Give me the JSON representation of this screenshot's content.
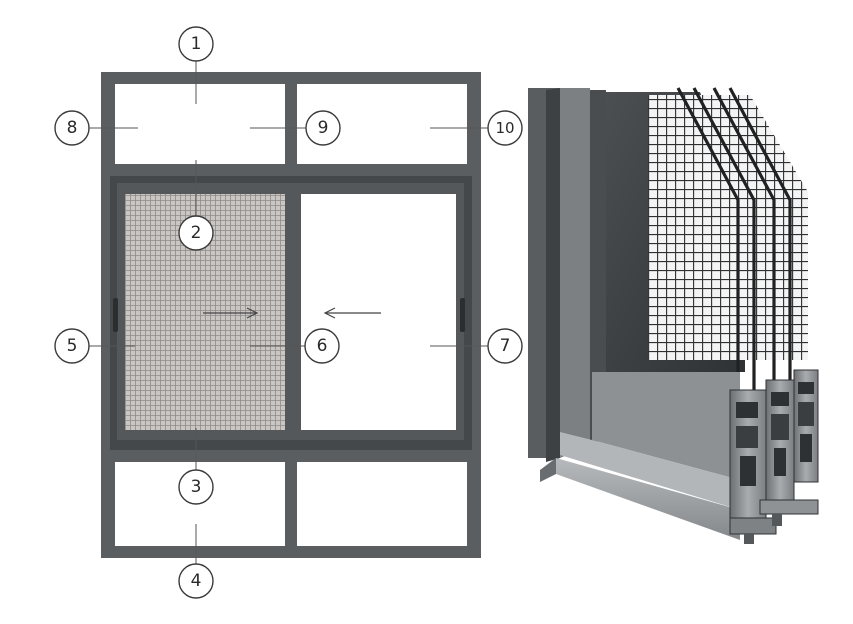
{
  "colors": {
    "frame": "#5b5e61",
    "frame_dark": "#45484b",
    "mesh": "#b9b6b3",
    "profile_light": "#9a9da0",
    "profile_dark": "#3e4144"
  },
  "callouts": {
    "c1": "1",
    "c2": "2",
    "c3": "3",
    "c4": "4",
    "c5": "5",
    "c6": "6",
    "c7": "7",
    "c8": "8",
    "c9": "9",
    "c10": "10"
  },
  "icons": {
    "arrow_right": "arrow-right-icon",
    "arrow_left": "arrow-left-icon",
    "handle": "window-handle-icon"
  }
}
